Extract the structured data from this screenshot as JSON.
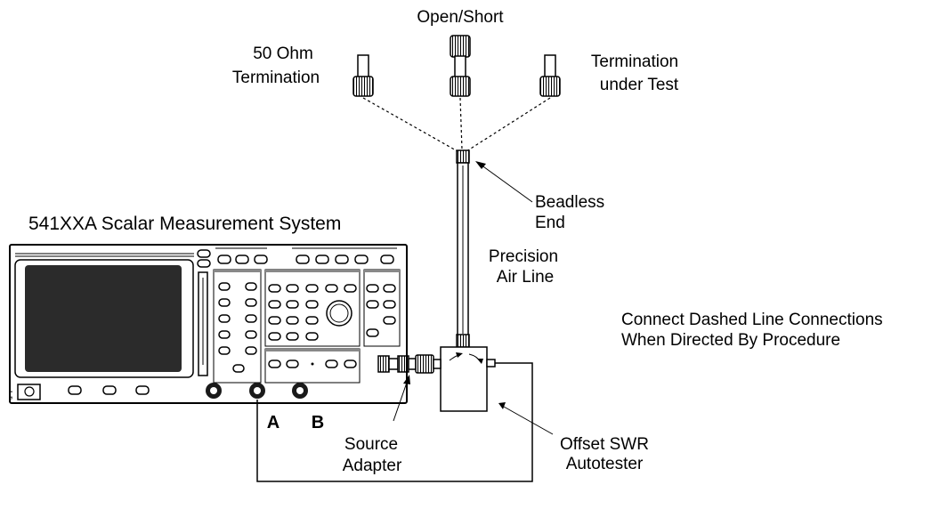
{
  "labels": {
    "open_short": "Open/Short",
    "termination_50_line1": "50 Ohm",
    "termination_50_line2": "Termination",
    "termination_test_line1": "Termination",
    "termination_test_line2": "under Test",
    "beadless_line1": "Beadless",
    "beadless_line2": "End",
    "system": "541XXA Scalar Measurement System",
    "air_line_line1": "Precision",
    "air_line_line2": "Air Line",
    "note_line1": "Connect Dashed Line Connections",
    "note_line2": "When Directed By Procedure",
    "port_a": "A",
    "port_b": "B",
    "source_adapter_line1": "Source",
    "source_adapter_line2": "Adapter",
    "autotester_line1": "Offset SWR",
    "autotester_line2": "Autotester"
  }
}
